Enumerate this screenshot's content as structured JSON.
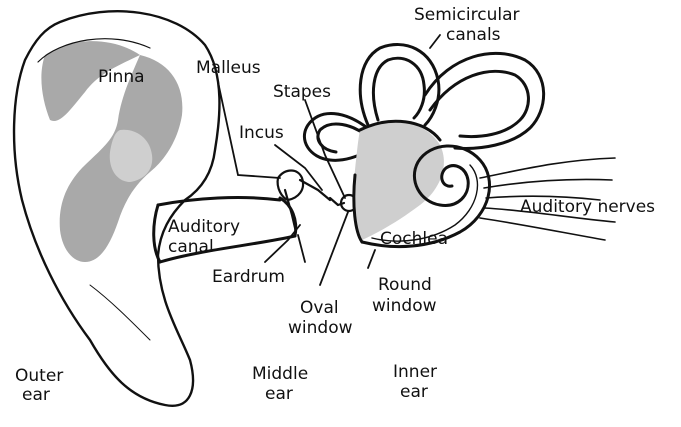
{
  "diagram": {
    "labels": {
      "pinna": "Pinna",
      "malleus": "Malleus",
      "semicircular_line1": "Semicircular",
      "semicircular_line2": "canals",
      "stapes": "Stapes",
      "incus": "Incus",
      "auditory_canal_line1": "Auditory",
      "auditory_canal_line2": "canal",
      "auditory_nerves": "Auditory nerves",
      "cochlea": "Cochlea",
      "eardrum": "Eardrum",
      "round_window_line1": "Round",
      "round_window_line2": "window",
      "oval_window_line1": "Oval",
      "oval_window_line2": "window",
      "outer_ear_line1": "Outer",
      "outer_ear_line2": "ear",
      "middle_ear_line1": "Middle",
      "middle_ear_line2": "ear",
      "inner_ear_line1": "Inner",
      "inner_ear_line2": "ear"
    }
  }
}
